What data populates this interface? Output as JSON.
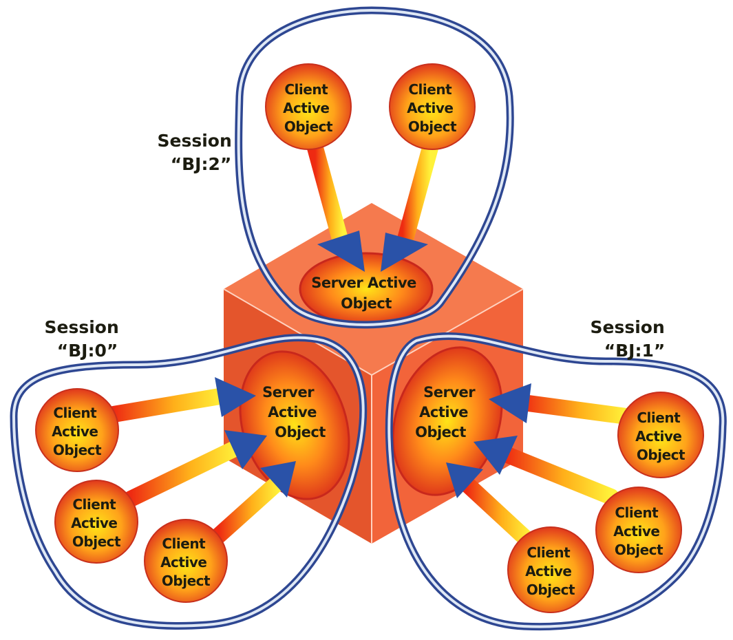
{
  "diagram": {
    "colors": {
      "cube_front_left": "#e4552c",
      "cube_front_right": "#f2643a",
      "cube_top": "#f57a4e",
      "session_stroke": "#2e4792",
      "arrow_head": "#2a52a8",
      "ball_center": "#ffe418",
      "ball_edge": "#e0381c"
    },
    "sessions": [
      {
        "id": "bj2",
        "label_line1": "Session",
        "label_line2": "“BJ:2”",
        "server": {
          "line1": "Server Active",
          "line2": "Object"
        },
        "clients": [
          {
            "line1": "Client",
            "line2": "Active",
            "line3": "Object"
          },
          {
            "line1": "Client",
            "line2": "Active",
            "line3": "Object"
          }
        ]
      },
      {
        "id": "bj0",
        "label_line1": "Session",
        "label_line2": "“BJ:0”",
        "server": {
          "line1": "Server",
          "line2": "Active",
          "line3": "Object"
        },
        "clients": [
          {
            "line1": "Client",
            "line2": "Active",
            "line3": "Object"
          },
          {
            "line1": "Client",
            "line2": "Active",
            "line3": "Object"
          },
          {
            "line1": "Client",
            "line2": "Active",
            "line3": "Object"
          }
        ]
      },
      {
        "id": "bj1",
        "label_line1": "Session",
        "label_line2": "“BJ:1”",
        "server": {
          "line1": "Server",
          "line2": "Active",
          "line3": "Object"
        },
        "clients": [
          {
            "line1": "Client",
            "line2": "Active",
            "line3": "Object"
          },
          {
            "line1": "Client",
            "line2": "Active",
            "line3": "Object"
          },
          {
            "line1": "Client",
            "line2": "Active",
            "line3": "Object"
          }
        ]
      }
    ]
  }
}
